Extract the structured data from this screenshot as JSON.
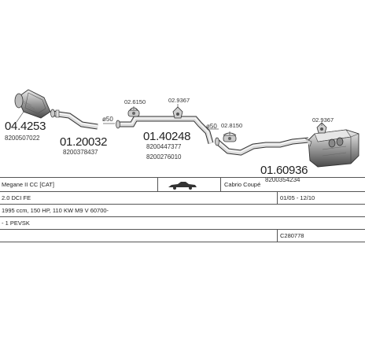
{
  "parts": {
    "catalyst": {
      "number": "04.4253",
      "oem": "8200507022"
    },
    "front_pipe": {
      "number": "01.20032",
      "oem": "8200378437"
    },
    "middle_pipe": {
      "number": "01.40248",
      "oem1": "8200447377",
      "oem2": "8200276010"
    },
    "rear_silencer": {
      "number": "01.60936",
      "oem": "8200354234"
    }
  },
  "mounts": {
    "m1": "02.6150",
    "m2": "02.9367",
    "m3": "02.8150",
    "m4": "02.9367"
  },
  "diameters": {
    "d1": "ø50",
    "d2": "ø50"
  },
  "info": {
    "model": "Megane II CC [CAT]",
    "body_type": "Cabrio Coupé",
    "engine_name": "2.0 DCI FE",
    "production": "01/05 - 12/10",
    "spec": "1995 ccm, 150 HP, 110 KW M9 V 60700-",
    "engine_code": "- 1 PEVSK",
    "catalog_code": "C280778"
  }
}
